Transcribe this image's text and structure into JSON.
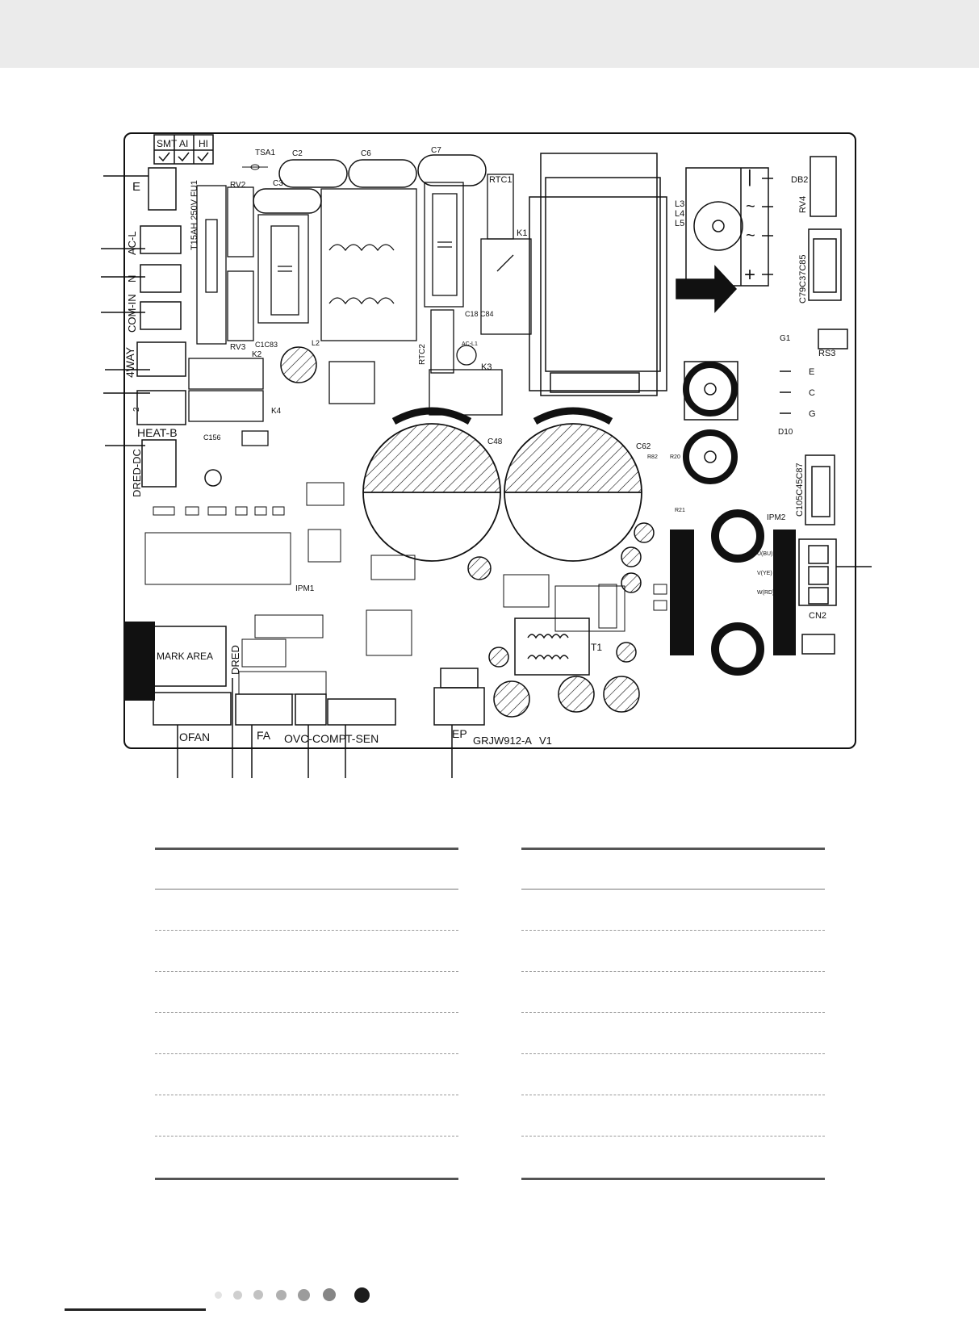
{
  "board": {
    "model": "GRJW912-A",
    "version": "V1",
    "mark_area": "MARK AREA",
    "checkbox_headers": [
      "SMT",
      "AI",
      "HI"
    ],
    "fuse_label": "T15AH 250V FU1"
  },
  "left_connectors": [
    "E",
    "AC-L",
    "N",
    "COM-IN",
    "4WAY",
    "2",
    "HEAT-B",
    "DRED-DC"
  ],
  "bottom_connectors": [
    "OFAN",
    "DRED",
    "FA",
    "OVC-COMP",
    "T-SEN",
    "EP"
  ],
  "right_labels": {
    "db2": "DB2",
    "rv4": "RV4",
    "cap_group_1": "C79C37C85",
    "cap_group_2": "C105C45C87",
    "rs3": "RS3",
    "g1": "G1",
    "d10": "D10",
    "ipm2": "IPM2",
    "cn2": "CN2",
    "e": "E",
    "c": "C",
    "g": "G",
    "u": "U(BU)",
    "v": "V(YE)",
    "w": "W(RD)",
    "l_stack": [
      "L3",
      "L4",
      "L5"
    ]
  },
  "component_labels": {
    "tsa1": "TSA1",
    "c2": "C2",
    "c6": "C6",
    "c7": "C7",
    "c3": "C3",
    "rv2": "RV2",
    "rv3": "RV3",
    "rtc1": "RTC1",
    "rtc2": "RTC2",
    "k1": "K1",
    "k2": "K2",
    "k3": "K3",
    "k4": "K4",
    "c18c84": "C18 C84",
    "c1c83": "C1C83",
    "l2": "L2",
    "c48": "C48",
    "c62": "C62",
    "c156": "C156",
    "ipm1": "IPM1",
    "t1": "T1",
    "r82": "R82",
    "r20": "R20",
    "r21": "R21",
    "ac_l1": "AC-L1"
  },
  "colors": {
    "top_band": "#ebebeb",
    "ink": "#111111",
    "rule": "#555555",
    "dots": [
      "#e3e3e3",
      "#cfcfcf",
      "#c2c2c2",
      "#b0b0b0",
      "#9c9c9c",
      "#868686",
      "#1c1c1c"
    ]
  }
}
